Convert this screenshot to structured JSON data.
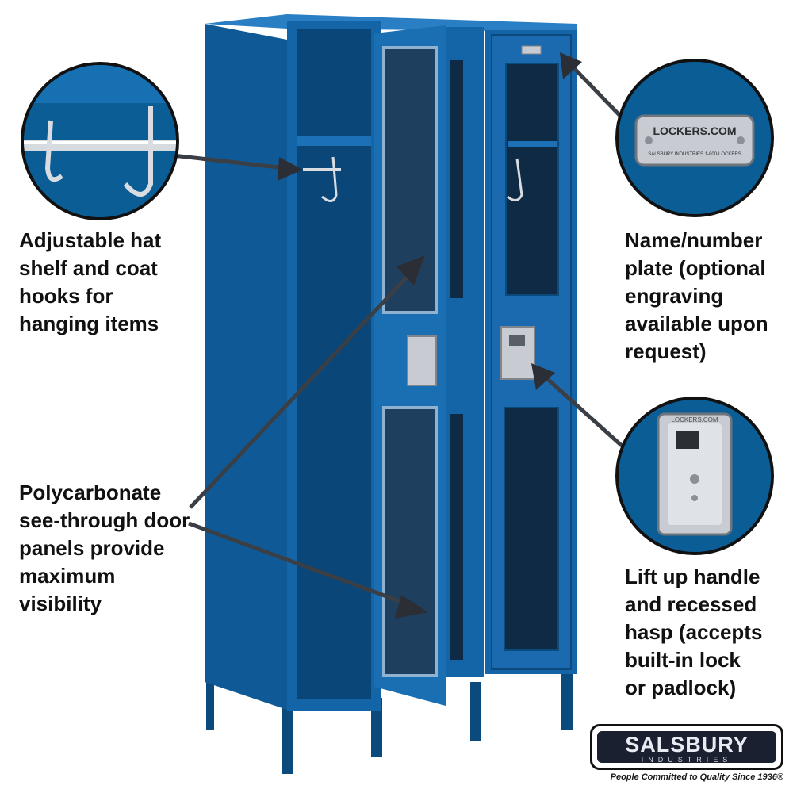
{
  "callouts": {
    "hat_shelf": "Adjustable hat\nshelf and coat\nhooks for\nhanging items",
    "polycarbonate": "Polycarbonate\nsee-through door\npanels provide\nmaximum\nvisibility",
    "name_plate": "Name/number\nplate (optional\nengraving\navailable upon\nrequest)",
    "handle": "Lift up handle\nand recessed\nhasp (accepts\nbuilt-in lock\nor padlock)"
  },
  "detail": {
    "plate_text": "LOCKERS.COM",
    "plate_small_text": "SALSBURY INDUSTRIES  1-800-LOCKERS",
    "handle_text": "LOCKERS.COM"
  },
  "brand": {
    "name": "SALSBURY",
    "sub": "INDUSTRIES",
    "tagline": "People Committed to Quality Since 1936®"
  },
  "colors": {
    "locker_blue": "#1464a8",
    "locker_dark": "#0b4a7d",
    "locker_light": "#2a7fc4",
    "window": "#0f2a44",
    "metal": "#c8ccd2"
  }
}
